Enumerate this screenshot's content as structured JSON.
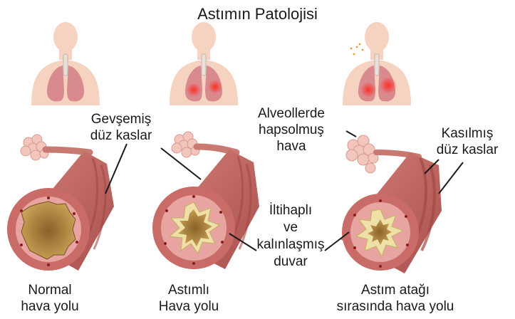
{
  "title": "Astımın Patolojisi",
  "labels": {
    "relaxed_muscles": [
      "Gevşemiş",
      "düz kaslar"
    ],
    "trapped_air": [
      "Alveollerde",
      "hapsolmuş",
      "hava"
    ],
    "contracted_muscles": [
      "Kasılmış",
      "düz kaslar"
    ],
    "inflamed_wall": [
      "İltihaplı",
      "ve",
      "kalınlaşmış",
      "duvar"
    ]
  },
  "captions": {
    "normal": [
      "Normal",
      "hava yolu"
    ],
    "asthmatic": [
      "Astımlı",
      "Hava yolu"
    ],
    "attack": [
      "Astım atağı",
      "sırasında hava yolu"
    ]
  },
  "colors": {
    "skin": "#f6d2c0",
    "lung": "#d98a8f",
    "inflamed": "#e63a34",
    "airway_outer": "#c96b66",
    "airway_band": "#b5524f",
    "airway_wall": "#e7a4a0",
    "lumen": "#b7893e",
    "mucus": "#efe0a8",
    "alveoli": "#f2c6bd"
  },
  "icons": [
    "human-torso-icon",
    "lungs-icon",
    "bronchiole-tube-icon",
    "alveoli-cluster-icon"
  ]
}
